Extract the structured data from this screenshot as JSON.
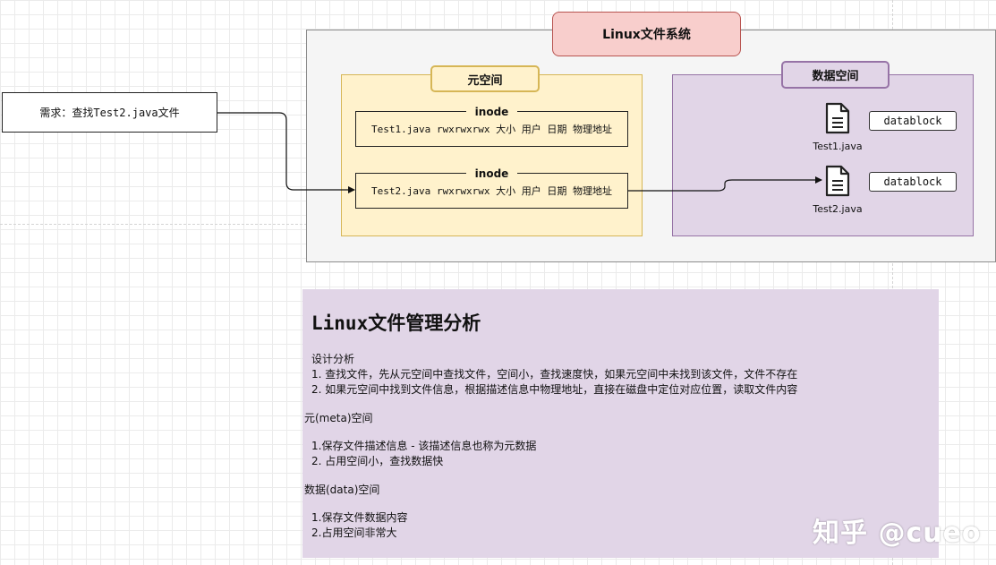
{
  "filesystem": {
    "title": "Linux文件系统"
  },
  "request": {
    "label": "需求：查找Test2.java文件"
  },
  "meta_space": {
    "title": "元空间",
    "inodes": [
      {
        "label": "inode",
        "text": "Test1.java rwxrwxrwx 大小 用户 日期 物理地址"
      },
      {
        "label": "inode",
        "text": "Test2.java rwxrwxrwx 大小 用户 日期 物理地址"
      }
    ]
  },
  "data_space": {
    "title": "数据空间",
    "files": [
      {
        "name": "Test1.java",
        "block": "datablock",
        "icon": "document-icon"
      },
      {
        "name": "Test2.java",
        "block": "datablock",
        "icon": "document-icon"
      }
    ]
  },
  "note": {
    "title": "Linux文件管理分析",
    "design_heading": "设计分析",
    "design_items": [
      "1. 查找文件，先从元空间中查找文件，空间小，查找速度快，如果元空间中未找到该文件，文件不存在",
      "2. 如果元空间中找到文件信息，根据描述信息中物理地址，直接在磁盘中定位对应位置，读取文件内容"
    ],
    "meta_heading": "元(meta)空间",
    "meta_items": [
      "1.保存文件描述信息 - 该描述信息也称为元数据",
      "2. 占用空间小，查找数据快"
    ],
    "data_heading": "数据(data)空间",
    "data_items": [
      "1.保存文件数据内容",
      "2.占用空间非常大"
    ]
  },
  "watermark": "知乎 @cueo",
  "colors": {
    "title_fill": "#f8cecc",
    "meta_fill": "#fff2cc",
    "data_fill": "#e1d5e7",
    "outer_fill": "#f5f5f5"
  }
}
